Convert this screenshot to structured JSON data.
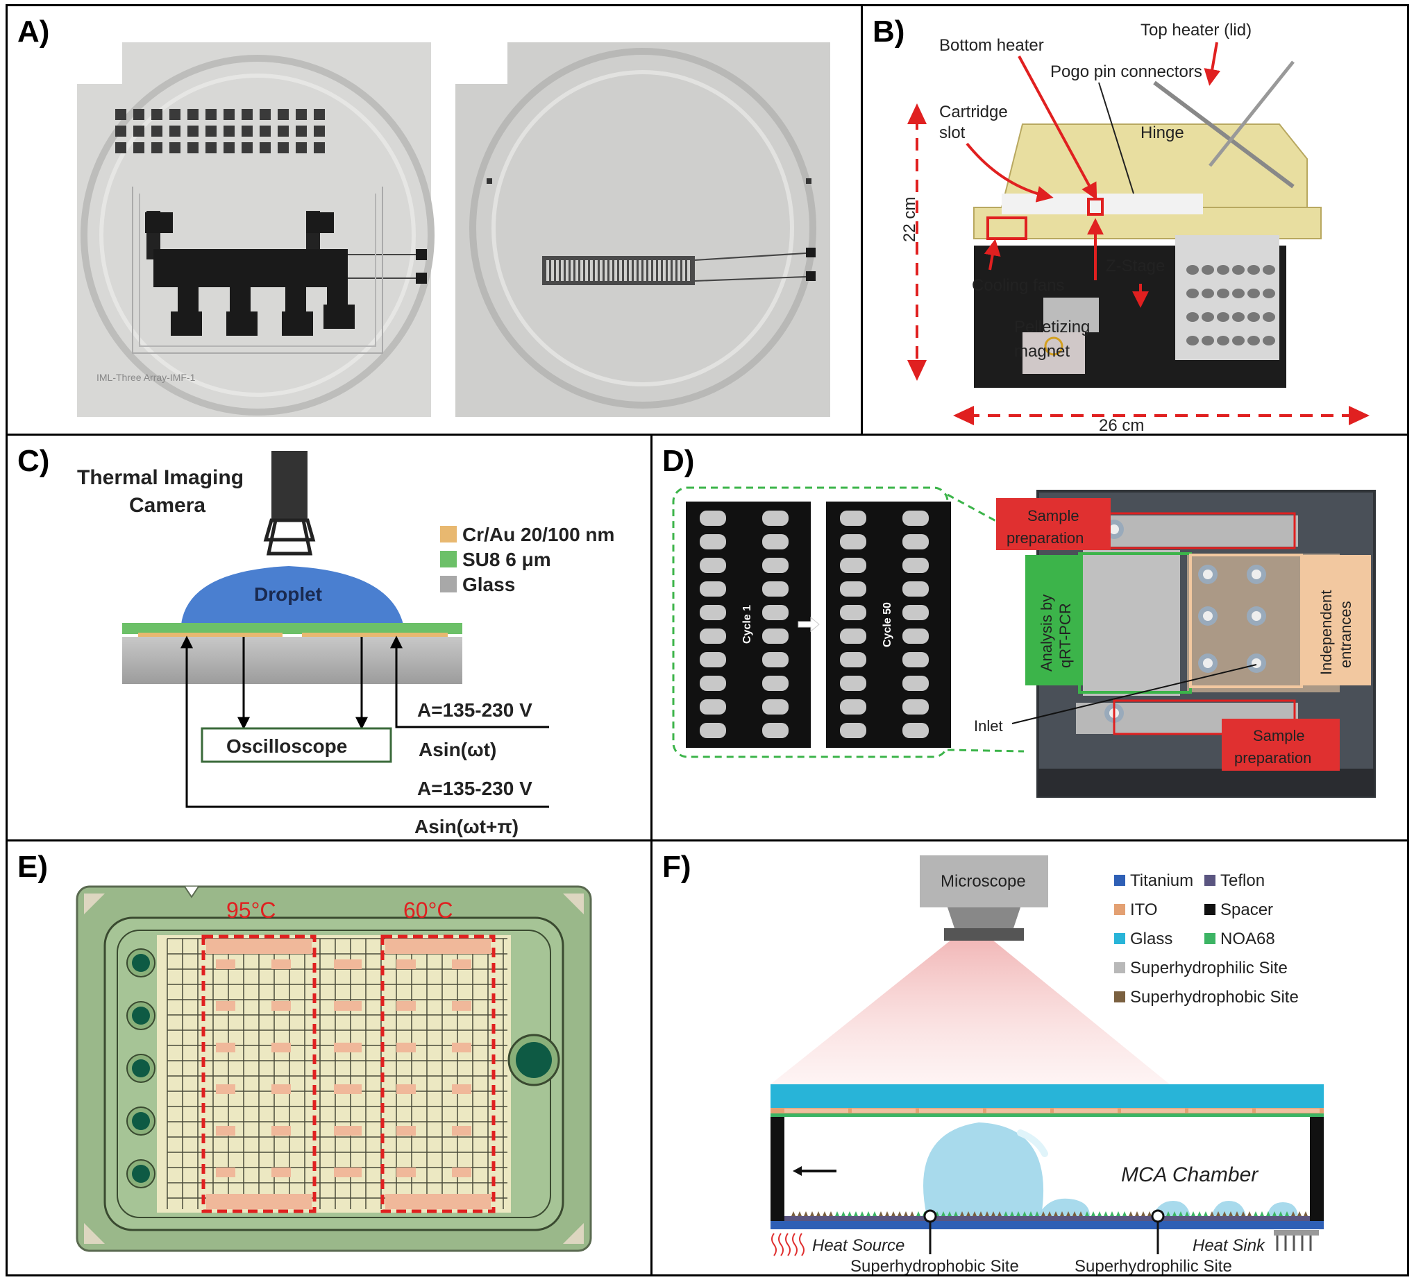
{
  "panels": {
    "A": {
      "letter": "A)",
      "chip_label": "IML-Three Array-IMF-1"
    },
    "B": {
      "letter": "B)",
      "bottom_heater": "Bottom heater",
      "top_heater": "Top heater (lid)",
      "pogo": "Pogo pin connectors",
      "cartridge_1": "Cartridge",
      "cartridge_2": "slot",
      "hinge": "Hinge",
      "height": "22 cm",
      "cooling": "Cooling fans",
      "zstage": "Z-Stage",
      "pellet_1": "Pelletizing",
      "pellet_2": "magnet",
      "width": "26 cm"
    },
    "C": {
      "letter": "C)",
      "camera_1": "Thermal Imaging",
      "camera_2": "Camera",
      "droplet": "Droplet",
      "legend": [
        {
          "label": "Cr/Au 20/100 nm",
          "color": "#e8b870"
        },
        {
          "label": "SU8 6 μm",
          "color": "#6cc068"
        },
        {
          "label": "Glass",
          "color": "#a8a8a8"
        }
      ],
      "oscilloscope": "Oscilloscope",
      "signal1_amp": "A=135-230 V",
      "signal1_fn": "Asin(ωt)",
      "signal2_amp": "A=135-230 V",
      "signal2_fn": "Asin(ωt+π)"
    },
    "D": {
      "letter": "D)",
      "cycle1": "Cycle 1",
      "cycle50": "Cycle 50",
      "sample_prep_top_1": "Sample",
      "sample_prep_top_2": "preparation",
      "analysis_1": "Analysis by",
      "analysis_2": "qRT-PCR",
      "entrances_1": "Independent",
      "entrances_2": "entrances",
      "inlet": "Inlet",
      "sample_prep_bottom_1": "Sample",
      "sample_prep_bottom_2": "preparation"
    },
    "E": {
      "letter": "E)",
      "zone1": "95°C",
      "zone2": "60°C"
    },
    "F": {
      "letter": "F)",
      "microscope": "Microscope",
      "legend": [
        {
          "label": "Titanium",
          "color": "#2e5fb5"
        },
        {
          "label": "Teflon",
          "color": "#5a5580"
        },
        {
          "label": "ITO",
          "color": "#e3a072"
        },
        {
          "label": "Spacer",
          "color": "#111111"
        },
        {
          "label": "Glass",
          "color": "#28b4d8"
        },
        {
          "label": "NOA68",
          "color": "#3cb464"
        },
        {
          "label": "Superhydrophilic Site",
          "color": "#b8b8b8"
        },
        {
          "label": "Superhydrophobic Site",
          "color": "#7a6040"
        }
      ],
      "chamber": "MCA Chamber",
      "heat_source": "Heat Source",
      "heat_sink": "Heat Sink",
      "phobic_site": "Superhydrophobic Site",
      "philic_site": "Superhydrophilic Site"
    }
  }
}
